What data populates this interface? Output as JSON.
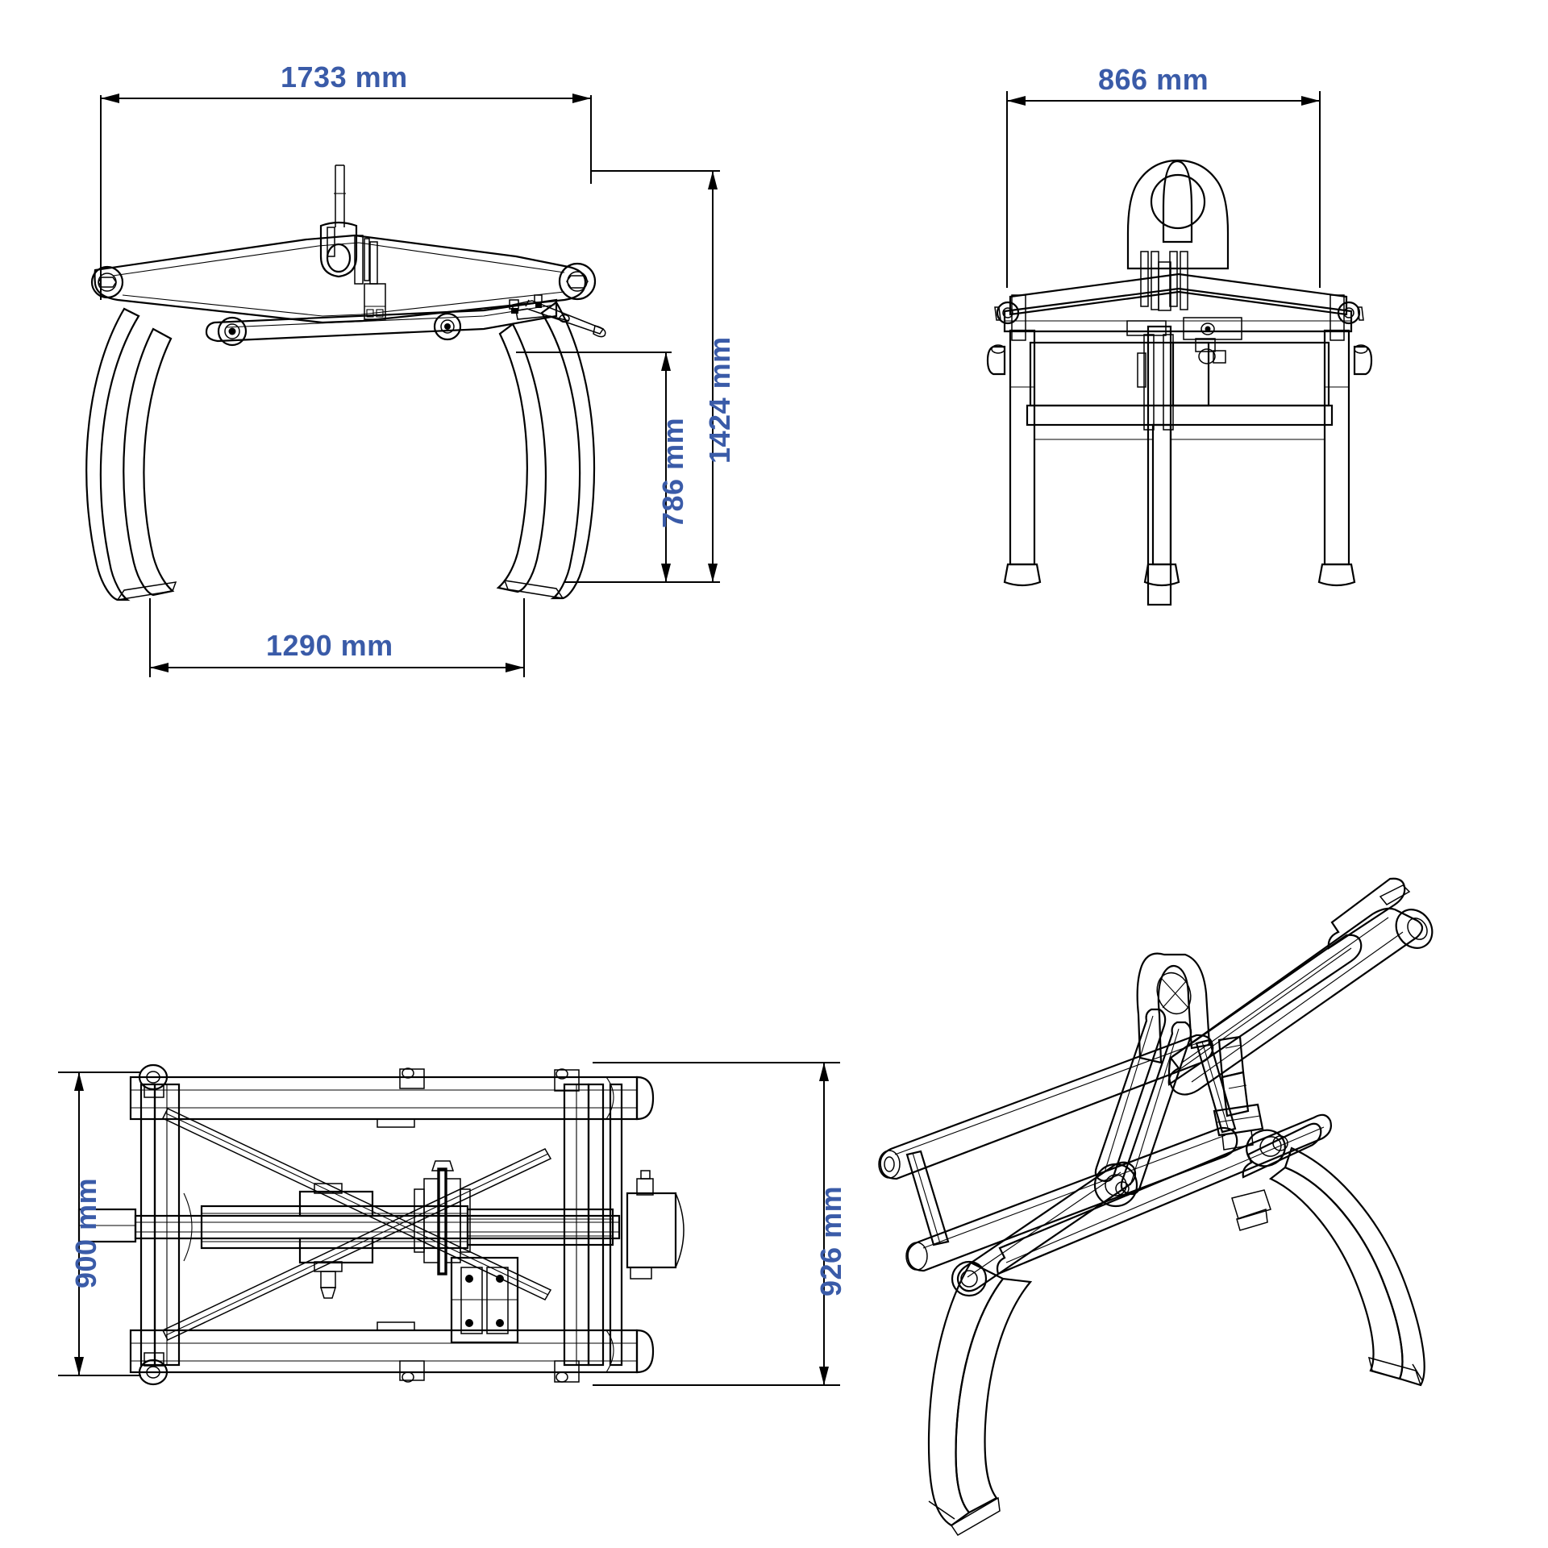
{
  "document": {
    "type": "technical-dimension-drawing",
    "subject": "log grapple / bale grapple lifting attachment",
    "units": "mm",
    "accent_color": "#3A5BA8",
    "line_color": "#000000",
    "background_color": "#FFFFFF"
  },
  "views": [
    {
      "id": "side-view",
      "name": "Side view (elevation) with open grapple tines",
      "position": "top-left"
    },
    {
      "id": "front-view",
      "name": "Front view with lifting eye and three legs",
      "position": "top-right"
    },
    {
      "id": "top-view",
      "name": "Top view (plan) of frame and linkage",
      "position": "bottom-left"
    },
    {
      "id": "iso-view",
      "name": "Isometric 3D view of grapple assembly",
      "position": "bottom-right"
    }
  ],
  "dimensions": {
    "overall_width_side": {
      "value": "1733 mm",
      "view": "side-view",
      "orientation": "horizontal",
      "placement": "top"
    },
    "overall_width_front": {
      "value": "866 mm",
      "view": "front-view",
      "orientation": "horizontal",
      "placement": "top"
    },
    "overall_height": {
      "value": "1424 mm",
      "view": "side-view",
      "orientation": "vertical",
      "placement": "right-outer"
    },
    "tine_height": {
      "value": "786 mm",
      "view": "side-view",
      "orientation": "vertical",
      "placement": "right-inner"
    },
    "tine_opening": {
      "value": "1290 mm",
      "view": "side-view",
      "orientation": "horizontal",
      "placement": "bottom"
    },
    "frame_length_inner": {
      "value": "900 mm",
      "view": "top-view",
      "orientation": "vertical",
      "placement": "left"
    },
    "frame_length_outer": {
      "value": "926 mm",
      "view": "top-view",
      "orientation": "vertical",
      "placement": "right"
    }
  }
}
